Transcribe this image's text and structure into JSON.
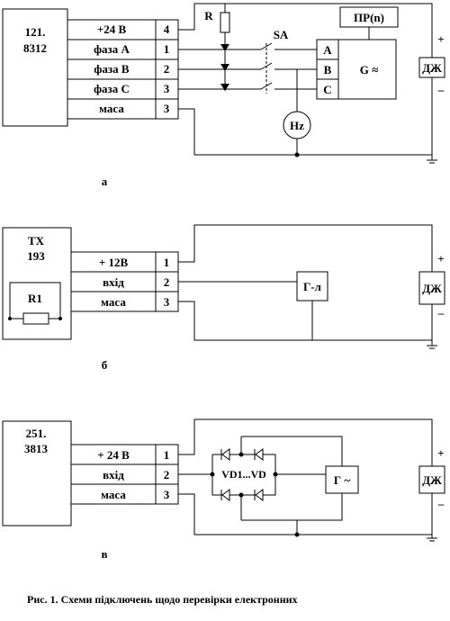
{
  "schemes": {
    "a": {
      "device": [
        "121.",
        "8312"
      ],
      "rows": [
        {
          "label": "+24 В",
          "num": "4"
        },
        {
          "label": "фаза А",
          "num": "1"
        },
        {
          "label": "фаза В",
          "num": "2"
        },
        {
          "label": "фаза С",
          "num": "3"
        },
        {
          "label": "маса",
          "num": "3"
        }
      ],
      "resistor": "R",
      "switch": "SA",
      "generator_terminals": [
        "A",
        "B",
        "C"
      ],
      "generator": "G ≈",
      "pr": "ПР(n)",
      "meter": "Hz",
      "dzh": "ДЖ",
      "plus": "+",
      "minus": "–",
      "letter": "а"
    },
    "b": {
      "device": [
        "ТХ",
        "193"
      ],
      "inner": "R1",
      "rows": [
        {
          "label": "+ 12В",
          "num": "1"
        },
        {
          "label": "вхід",
          "num": "2"
        },
        {
          "label": "маса",
          "num": "3"
        }
      ],
      "gen": "Г-л",
      "dzh": "ДЖ",
      "plus": "+",
      "minus": "–",
      "letter": "б"
    },
    "c": {
      "device": [
        "251.",
        "3813"
      ],
      "rows": [
        {
          "label": "+ 24 В",
          "num": "1"
        },
        {
          "label": "вхід",
          "num": "2"
        },
        {
          "label": "маса",
          "num": "3"
        }
      ],
      "bridge": "VD1...VD",
      "gen": "Г ~",
      "dzh": "ДЖ",
      "plus": "+",
      "minus": "–",
      "letter": "в"
    }
  },
  "caption": "Рис. 1. Схеми підключень щодо перевірки електронних"
}
